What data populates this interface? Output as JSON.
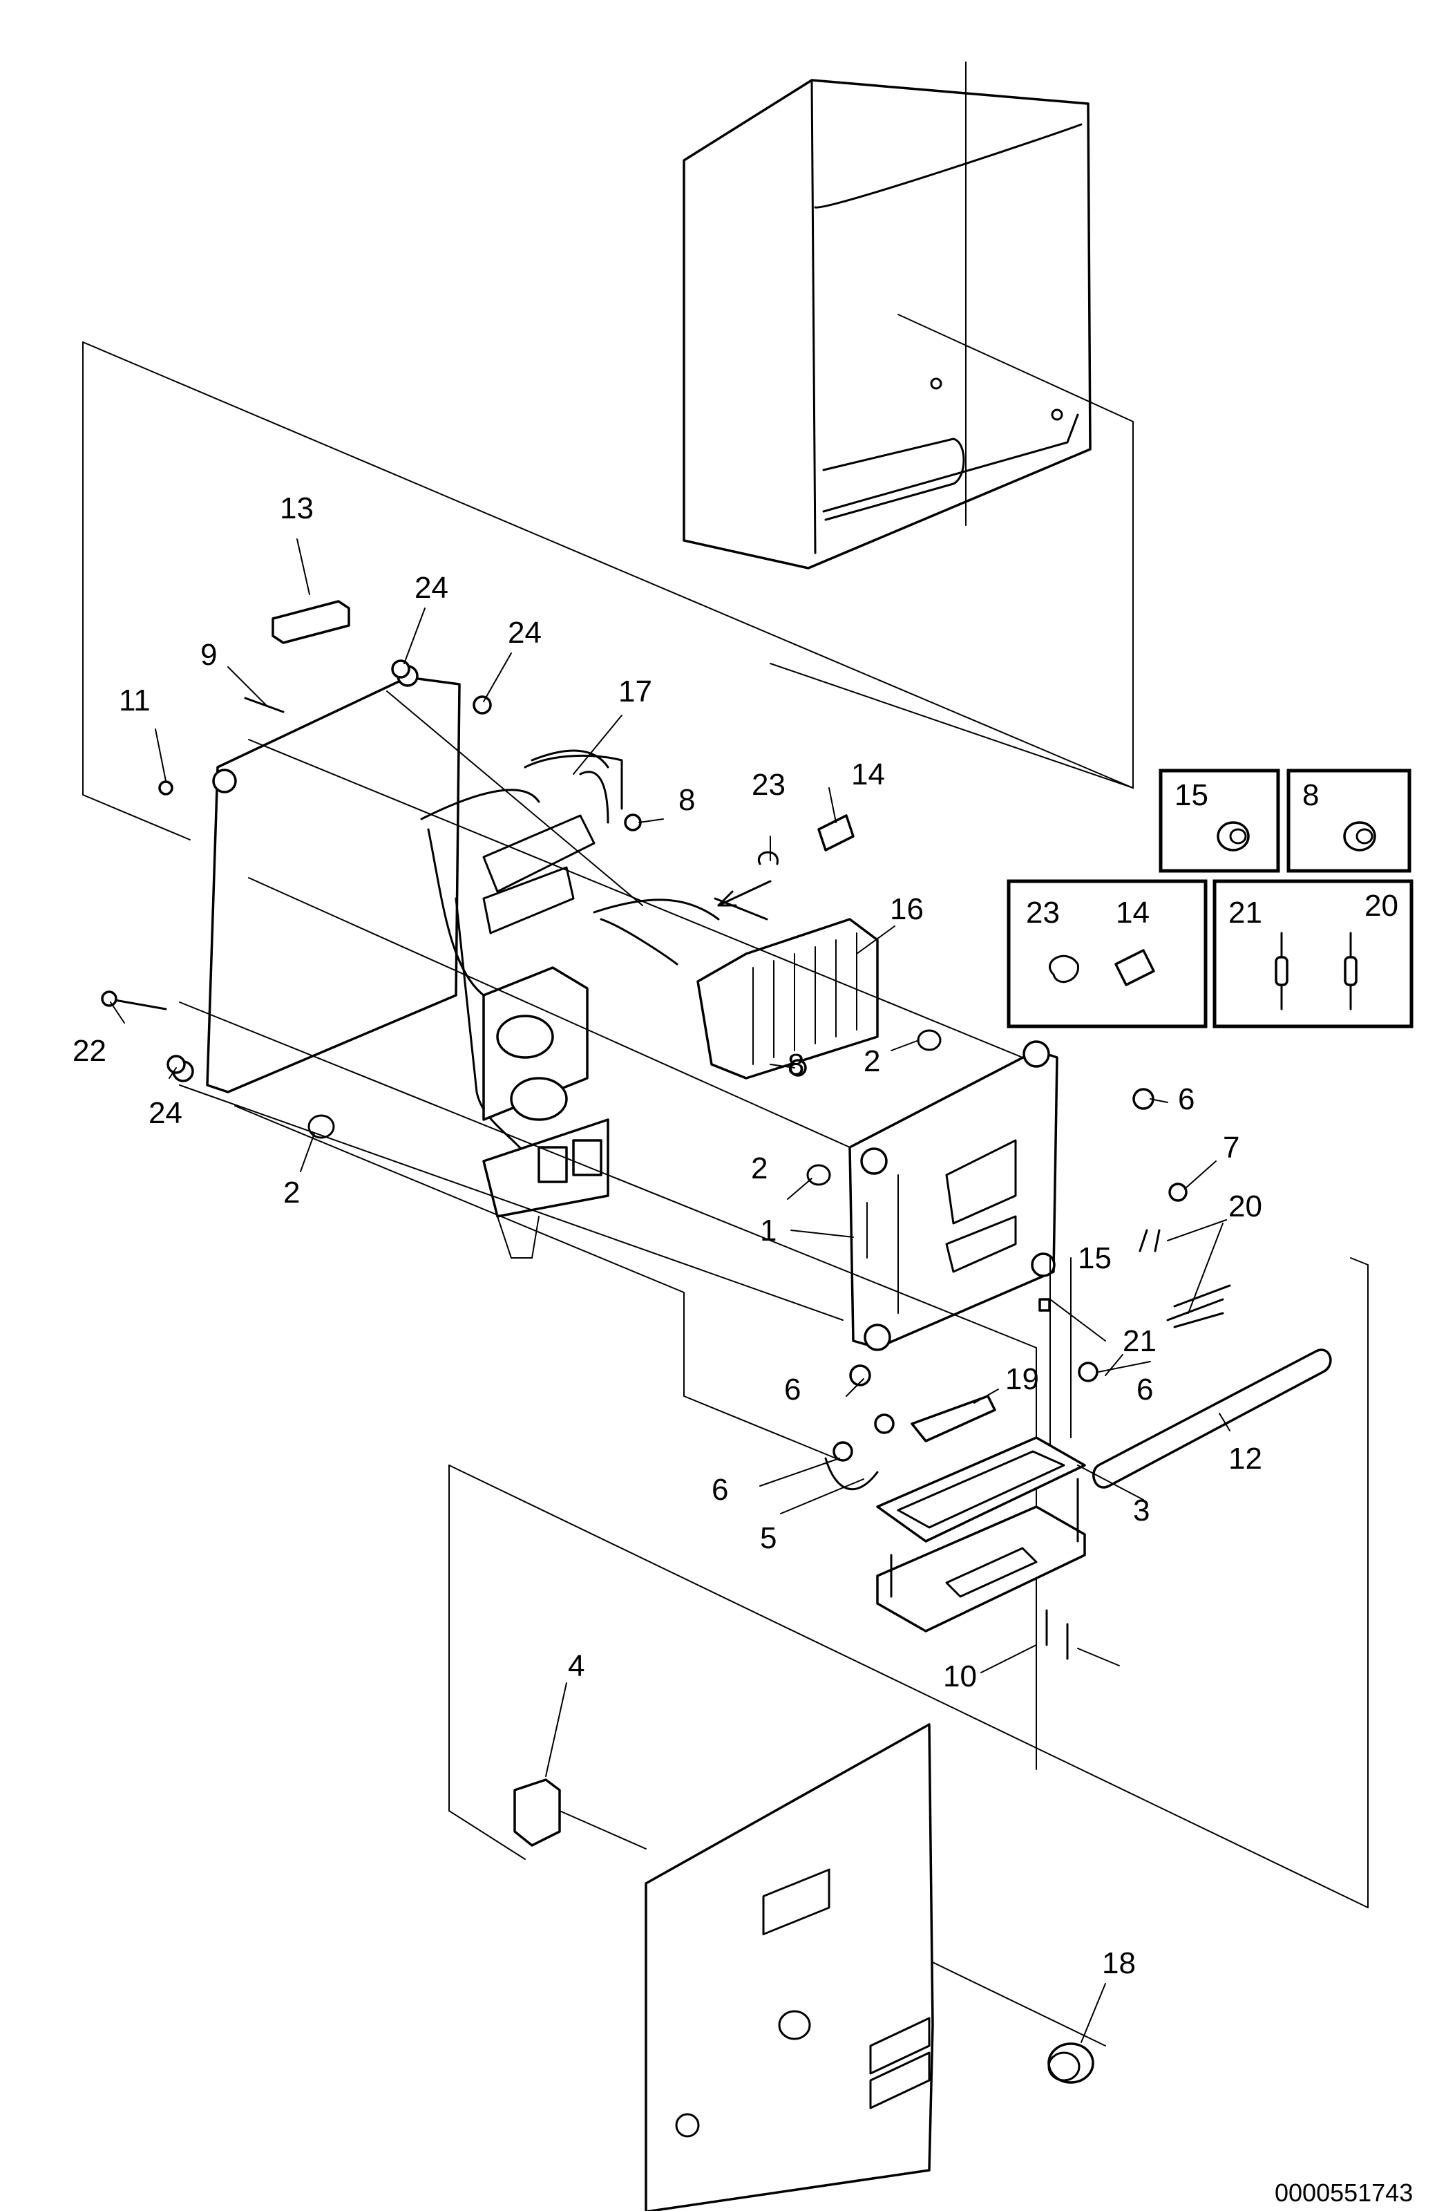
{
  "callouts": {
    "c1": "1",
    "c2a": "2",
    "c2b": "2",
    "c2c": "2",
    "c3": "3",
    "c4": "4",
    "c5": "5",
    "c6a": "6",
    "c6b": "6",
    "c6c": "6",
    "c6d": "6",
    "c7": "7",
    "c8a": "8",
    "c8b": "8",
    "c9": "9",
    "c10": "10",
    "c11": "11",
    "c12": "12",
    "c13": "13",
    "c14": "14",
    "c15": "15",
    "c16": "16",
    "c17": "17",
    "c18": "18",
    "c19": "19",
    "c20": "20",
    "c21": "21",
    "c22": "22",
    "c23": "23",
    "c24a": "24",
    "c24b": "24",
    "c24c": "24"
  },
  "insets": {
    "i15": "15",
    "i8": "8",
    "i23": "23",
    "i14": "14",
    "i21": "21",
    "i20": "20"
  },
  "document_id": "0000551743"
}
